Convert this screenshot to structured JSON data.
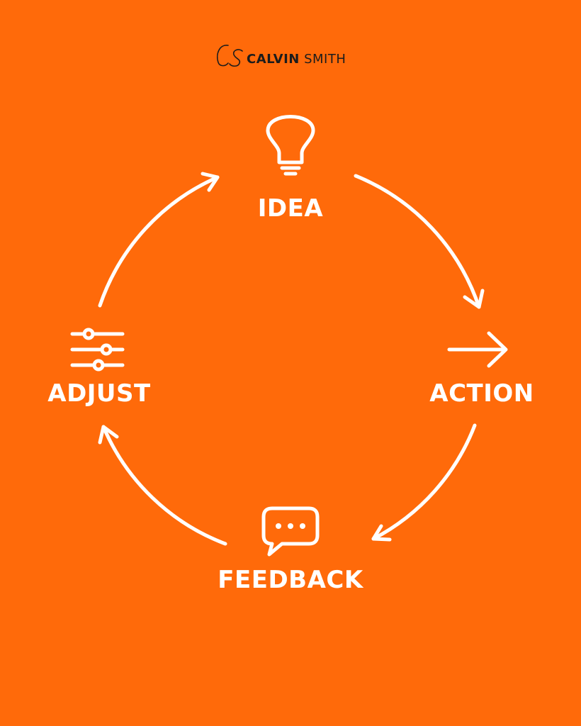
{
  "colors": {
    "background": "#FF6A0A",
    "foreground": "#FFFFFF",
    "brand_text": "#1C1C1C"
  },
  "brand": {
    "monogram": "CS",
    "first_name": "CALVIN",
    "last_name": "SMITH"
  },
  "cycle": {
    "direction": "clockwise",
    "stages": [
      {
        "label": "IDEA",
        "icon": "lightbulb-icon"
      },
      {
        "label": "ACTION",
        "icon": "arrow-right-icon"
      },
      {
        "label": "FEEDBACK",
        "icon": "speech-bubble-icon"
      },
      {
        "label": "ADJUST",
        "icon": "sliders-icon"
      }
    ]
  }
}
